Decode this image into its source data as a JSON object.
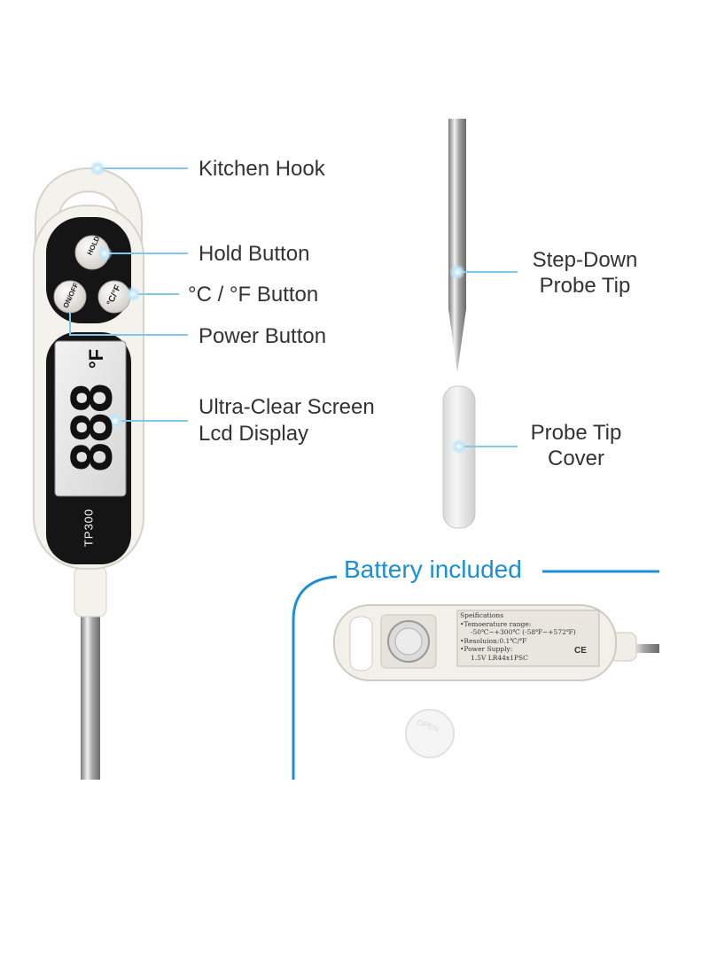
{
  "callouts": {
    "kitchen_hook": "Kitchen Hook",
    "hold_button": "Hold Button",
    "unit_button": "°C / °F Button",
    "power_button": "Power Button",
    "screen_line1": "Ultra-Clear Screen",
    "screen_line2": "Lcd Display",
    "probe_tip_line1": "Step-Down",
    "probe_tip_line2": "Probe Tip",
    "cover_line1": "Probe Tip",
    "cover_line2": "Cover"
  },
  "device": {
    "model": "TP300",
    "display_digits": "888",
    "display_unit": "°F",
    "hold_label": "HOLD",
    "onoff_label": "ON/OFF",
    "cf_label": "°C/°F"
  },
  "battery_section": {
    "title": "Battery included",
    "spec_heading": "Speifications",
    "spec_line1": "•Temoerature range:",
    "spec_line2": "-50℃~+300℃  (-58℉~+572℉)",
    "spec_line3": "•Resoluion:0.1℃/℉",
    "spec_line4": "•Power Supply:",
    "spec_line5": "1.5V LR44x1PSC",
    "cap_text": "OPEN",
    "ce_mark": "CE"
  },
  "colors": {
    "accent_blue": "#1a8fd8",
    "callout_line": "#7fc8ec",
    "device_body": "#f4f2ec",
    "device_face": "#151515"
  }
}
